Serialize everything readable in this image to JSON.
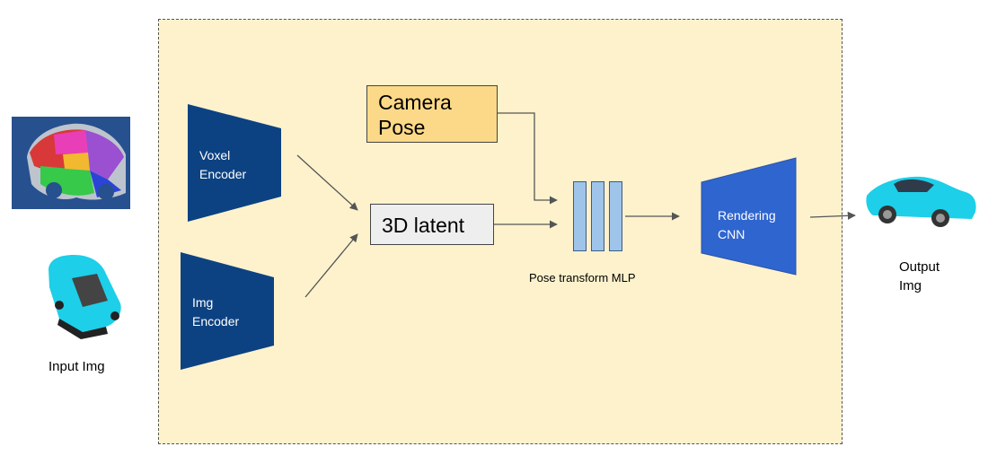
{
  "nodes": {
    "voxel_encoder": {
      "line1": "Voxel",
      "line2": "Encoder"
    },
    "img_encoder": {
      "line1": "Img",
      "line2": "Encoder"
    },
    "camera_pose": {
      "line1": "Camera",
      "line2": "Pose"
    },
    "latent": {
      "label": "3D latent"
    },
    "mlp": {
      "label": "Pose transform MLP"
    },
    "rendering_cnn": {
      "line1": "Rendering",
      "line2": "CNN"
    }
  },
  "captions": {
    "input_img": "Input Img",
    "output_line1": "Output",
    "output_line2": "Img"
  },
  "colors": {
    "encoder_fill": "#0d4282",
    "rendering_fill": "#2f65cf",
    "camera_fill": "#fcd988",
    "latent_fill": "#eeeeee",
    "mlp_fill": "#9fc4ea",
    "background_region": "#fdf2cc",
    "car_cyan": "#1dcfe8"
  },
  "icons": {
    "voxel_car": "voxel-car-icon",
    "input_car": "input-car-icon",
    "output_car": "output-car-icon"
  }
}
